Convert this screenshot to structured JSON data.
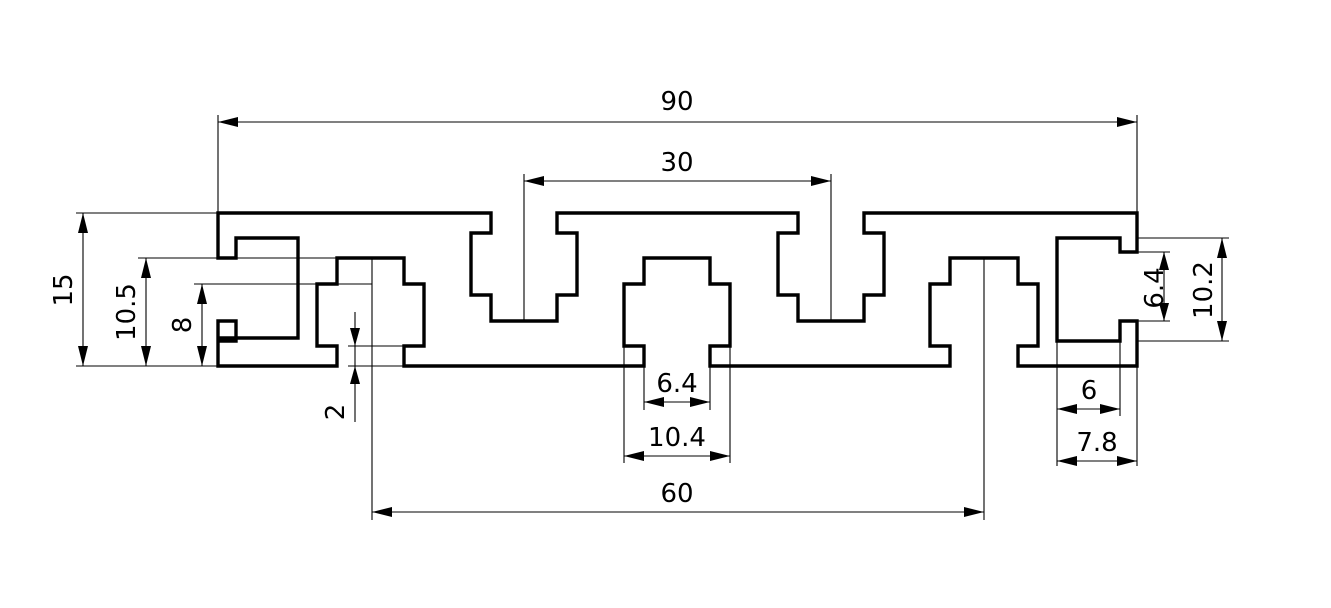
{
  "dimensions": {
    "overall_width": "90",
    "center_slot_pitch": "30",
    "outer_slot_pitch": "60",
    "height": "15",
    "left_slot_outer": "10.5",
    "left_slot_opening": "8",
    "wall_thickness": "2",
    "slot_opening": "6.4",
    "slot_width": "10.4",
    "right_slot_opening": "6.4",
    "right_slot_height": "10.2",
    "right_slot_inner": "6",
    "right_slot_outer": "7.8"
  }
}
